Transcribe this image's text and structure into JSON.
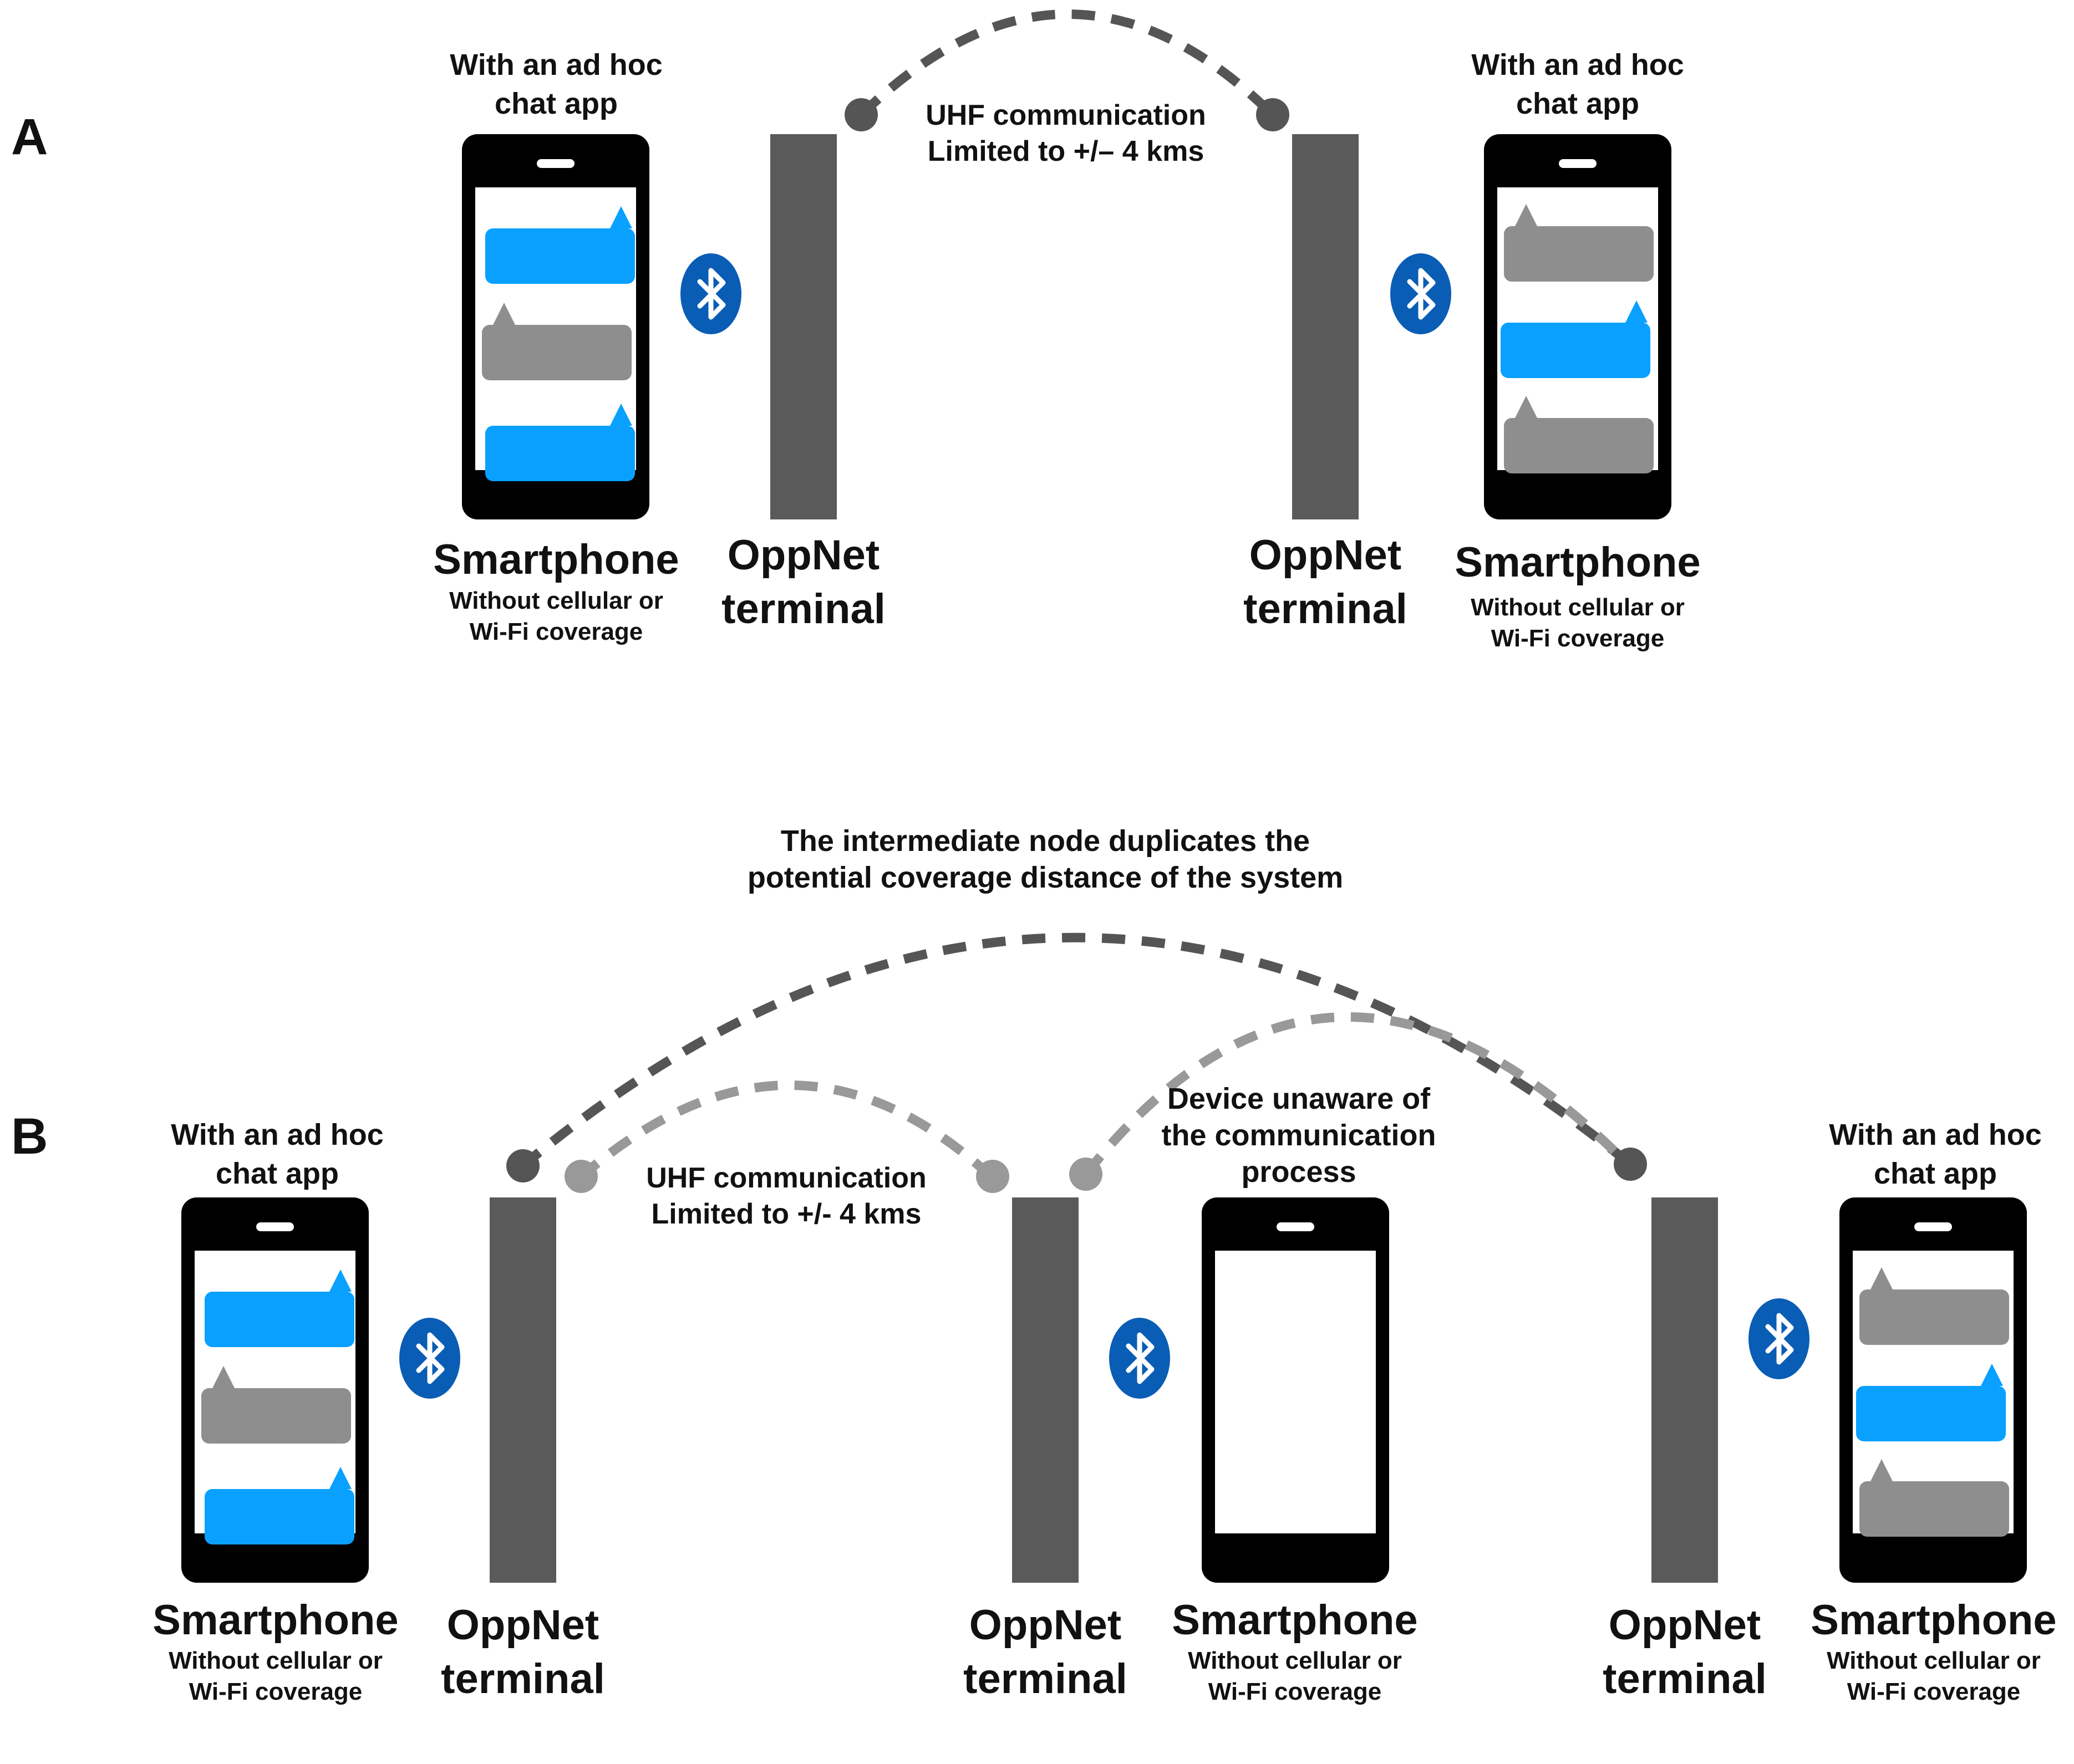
{
  "panels": {
    "a": {
      "letter": "A"
    },
    "b": {
      "letter": "B"
    }
  },
  "labels": {
    "app_line1": "With an ad hoc",
    "app_line2": "chat app",
    "app_b_line1": "With an ad hoc",
    "app_b_line2": "chat app",
    "smartphone": "Smartphone",
    "no_coverage_line1": "Without cellular or",
    "no_coverage_line2": "Wi-Fi coverage",
    "terminal_line1": "OppNet",
    "terminal_line2": "terminal",
    "uhf_line1": "UHF communication",
    "uhf_line2_a": "Limited to +/– 4 kms",
    "uhf_line2_b": "Limited to +/- 4 kms",
    "intermediate_line1": "The intermediate node duplicates the",
    "intermediate_line2": "potential coverage distance of the system",
    "unaware_line1": "Device unaware of",
    "unaware_line2": "the communication",
    "unaware_line3": "process"
  },
  "colors": {
    "phone_body": "#000000",
    "screen": "#ffffff",
    "bubble_blue": "#0aa0ff",
    "bubble_gray": "#8e8e8e",
    "terminal": "#5a5a5a",
    "link_dark": "#555555",
    "link_light": "#999999",
    "bluetooth": "#0a5db4"
  },
  "icons": {
    "bluetooth": "bluetooth-icon",
    "link_end": "link-endpoint-icon"
  }
}
